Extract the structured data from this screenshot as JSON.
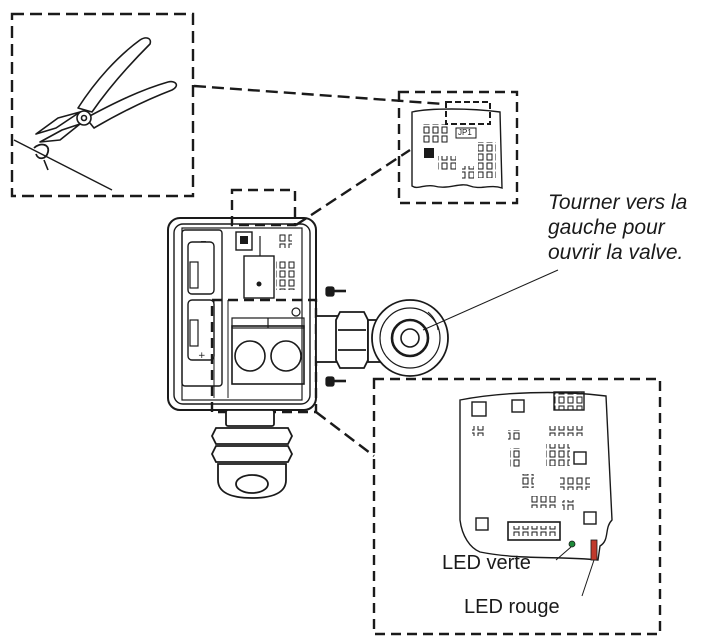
{
  "callout": {
    "lines": [
      "Tourner vers la",
      "gauche pour",
      "ouvrir la valve."
    ]
  },
  "jumper_label": "JP1",
  "leds": {
    "green_label": "LED verte",
    "red_label": "LED rouge"
  },
  "colors": {
    "stroke": "#1a1a1a",
    "led_green": "#1f8a3a",
    "led_red": "#c0392b"
  },
  "icons": {
    "cutter": "wire-cutter-icon",
    "screw": "screw-icon",
    "battery": "battery-icon"
  }
}
